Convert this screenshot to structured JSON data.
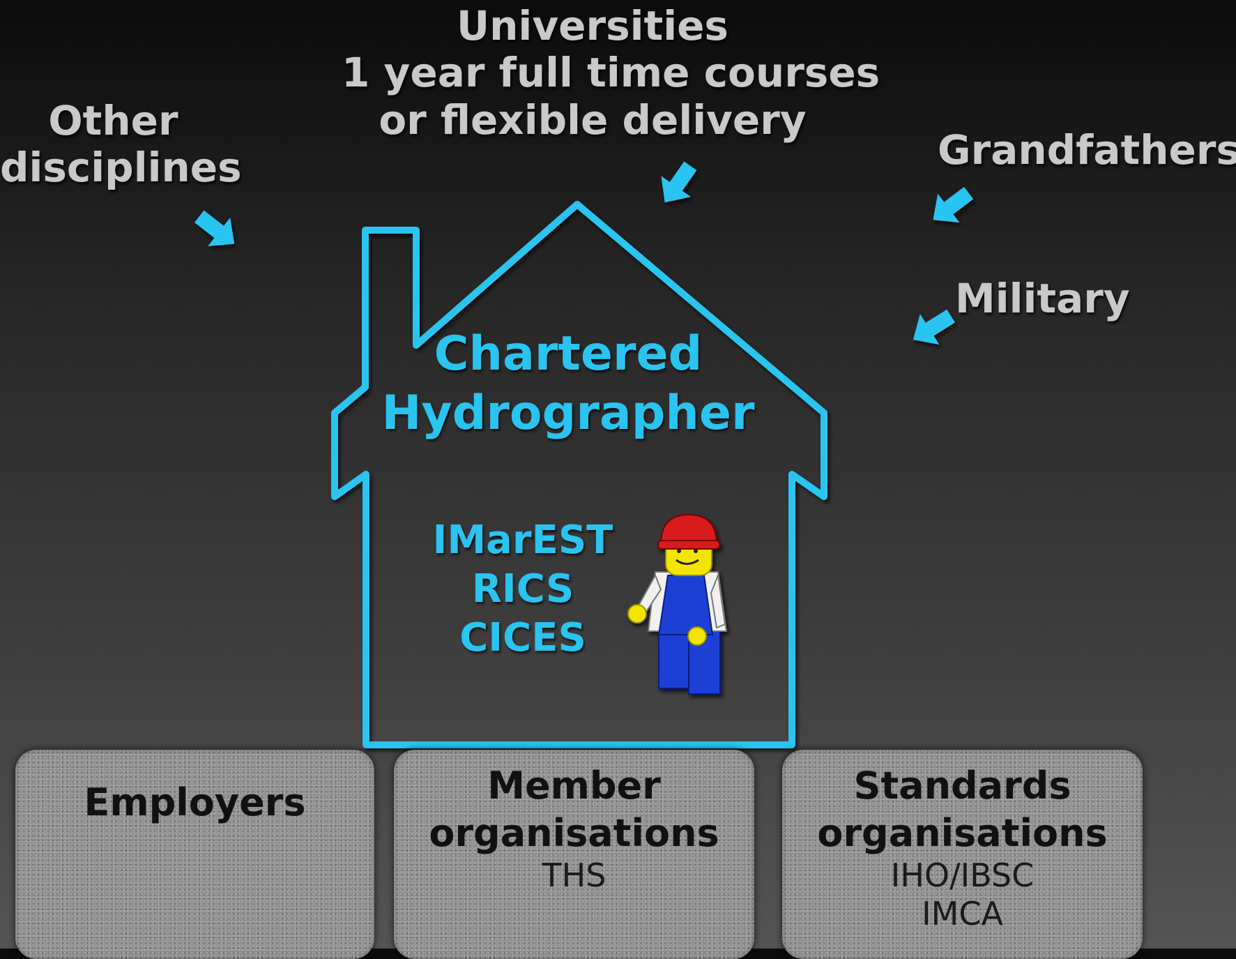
{
  "top_labels": {
    "universities": [
      "Universities",
      "1 year full time courses",
      "or flexible delivery"
    ],
    "other": [
      "Other",
      "disciplines"
    ],
    "grandfathers": "Grandfathers",
    "military": "Military"
  },
  "house": {
    "title_lines": [
      "Chartered",
      "Hydrographer"
    ],
    "bodies": [
      "IMarEST",
      "RICS",
      "CICES"
    ],
    "color": "#29c4f0"
  },
  "pillars": [
    {
      "title_lines": [
        "Employers"
      ],
      "items": []
    },
    {
      "title_lines": [
        "Member",
        "organisations"
      ],
      "items": [
        "THS"
      ]
    },
    {
      "title_lines": [
        "Standards",
        "organisations"
      ],
      "items": [
        "IHO/IBSC",
        "IMCA"
      ]
    }
  ]
}
